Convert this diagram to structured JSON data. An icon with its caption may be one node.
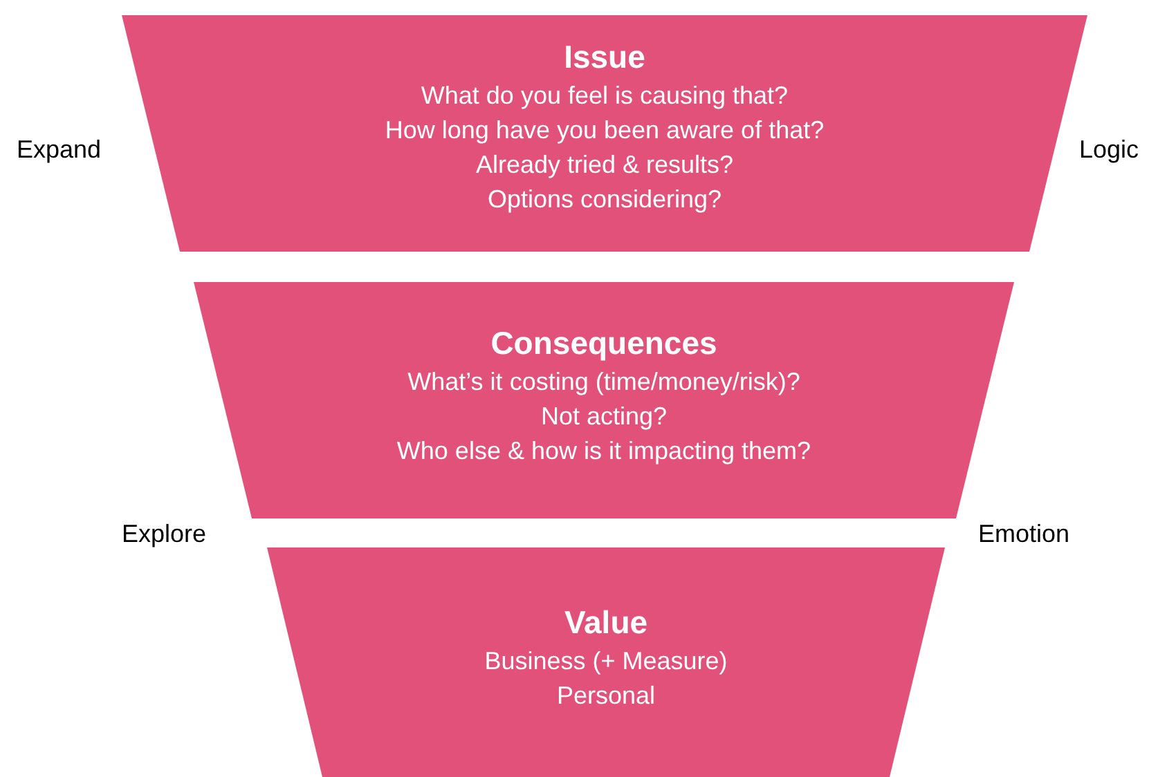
{
  "diagram": {
    "nodes": [
      {
        "text": [
          "Issue",
          "What do you feel is causing that?",
          "How long have you been aware of that?",
          "Already tried & results?",
          "Options considering?"
        ]
      },
      {
        "text": [
          "Consequences",
          "What’s it costing (time/money/risk)?",
          "Not acting?",
          "Who else & how is it impacting them?"
        ]
      },
      {
        "text": [
          "Value",
          "Business (+ Measure)",
          "Personal"
        ]
      }
    ],
    "labels": [
      "Expand",
      "Logic",
      "Explore",
      "Emotion"
    ]
  }
}
